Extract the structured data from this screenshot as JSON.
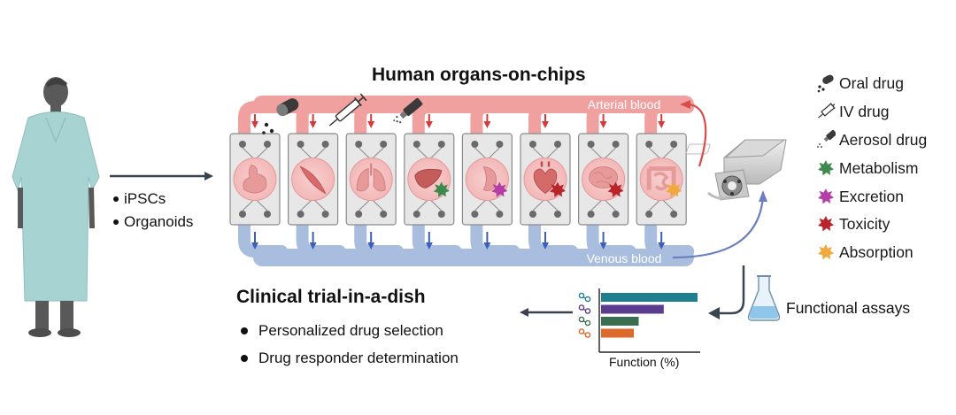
{
  "diagram": {
    "title": "Human organs-on-chips",
    "arterial_label": "Arterial blood",
    "venous_label": "Venous blood",
    "patient_sources": [
      "iPSCs",
      "Organoids"
    ],
    "clinical_title": "Clinical trial-in-a-dish",
    "clinical_items": [
      "Personalized drug selection",
      "Drug responder determination"
    ],
    "functional_assays_label": "Functional assays",
    "function_axis_label": "Function (%)",
    "organs": [
      "stomach",
      "muscle",
      "lung",
      "liver",
      "kidney",
      "heart",
      "brain",
      "intestine"
    ],
    "legend": [
      {
        "label": "Oral drug",
        "icon": "oral-drug-icon"
      },
      {
        "label": "IV drug",
        "icon": "syringe-icon"
      },
      {
        "label": "Aerosol drug",
        "icon": "aerosol-icon"
      },
      {
        "label": "Metabolism",
        "color": "#3e8a4e",
        "icon": "starburst-icon"
      },
      {
        "label": "Excretion",
        "color": "#b53da6",
        "icon": "starburst-icon"
      },
      {
        "label": "Toxicity",
        "color": "#b8242a",
        "icon": "starburst-icon"
      },
      {
        "label": "Absorption",
        "color": "#f0a93c",
        "icon": "starburst-icon"
      }
    ],
    "colors": {
      "arterial": "#f1a0a0",
      "venous": "#a9bedf",
      "arrow_arterial": "#d63b3b",
      "arrow_venous": "#3e5fb8",
      "chip": "#e7e7e7",
      "gown": "#a8d3d3",
      "skin": "#595959"
    }
  },
  "chart_data": {
    "type": "bar",
    "orientation": "horizontal",
    "xlabel": "Function (%)",
    "series": [
      {
        "color": "#1f7f8f",
        "value": 100
      },
      {
        "color": "#5b3d8f",
        "value": 65
      },
      {
        "color": "#3a6e52",
        "value": 39
      },
      {
        "color": "#dc6a2c",
        "value": 34
      }
    ]
  }
}
